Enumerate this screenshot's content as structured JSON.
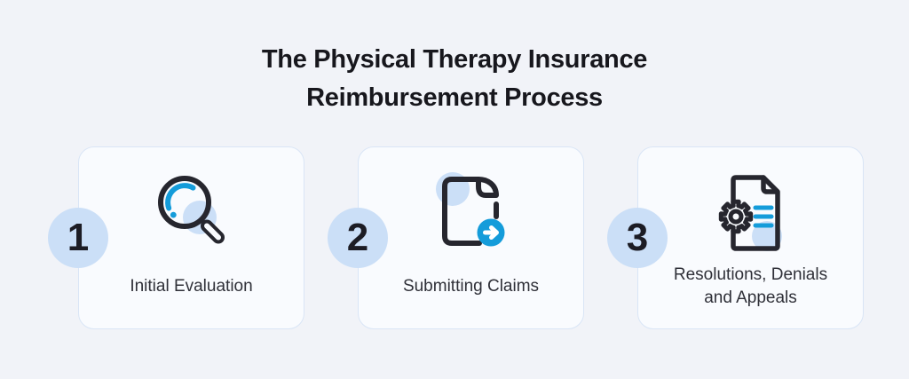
{
  "title": {
    "line1": "The Physical Therapy Insurance",
    "line2": "Reimbursement Process"
  },
  "steps": [
    {
      "number": "1",
      "label": "Initial Evaluation",
      "icon": "magnifier-icon"
    },
    {
      "number": "2",
      "label": "Submitting Claims",
      "icon": "document-arrow-icon"
    },
    {
      "number": "3",
      "label_lines": [
        "Resolutions, Denials",
        "and Appeals"
      ],
      "icon": "document-gear-icon"
    }
  ],
  "colors": {
    "bg": "#f1f3f8",
    "card_bg": "#f9fbfe",
    "card_border": "#d9e5f6",
    "light_blue": "#cbdff7",
    "accent_blue": "#149cda",
    "icon_dark": "#26262e",
    "title_color": "#17171d",
    "label_color": "#2f3038",
    "digit_color": "#1c1c24"
  }
}
